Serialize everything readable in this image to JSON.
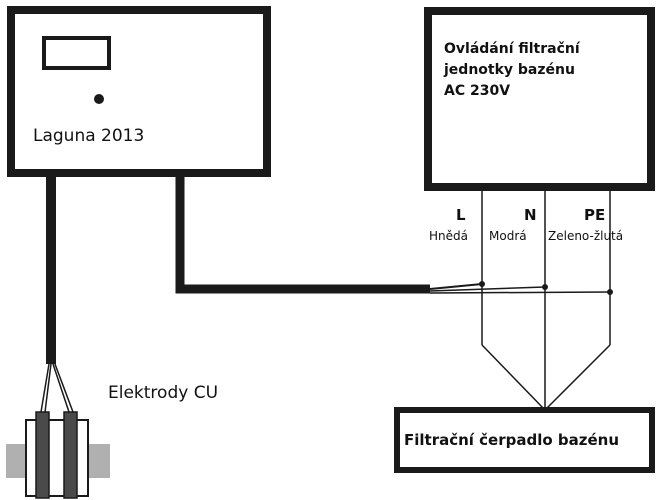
{
  "controller": {
    "name": "Laguna 2013"
  },
  "filtration_control": {
    "title_lines": [
      "Ovládání filtrační",
      "jednotky bazénu",
      "AC 230V"
    ]
  },
  "wires": [
    {
      "code": "L",
      "color": "Hnědá"
    },
    {
      "code": "N",
      "color": "Modrá"
    },
    {
      "code": "PE",
      "color": "Zeleno-žlutá"
    }
  ],
  "electrodes": {
    "label": "Elektrody CU"
  },
  "pump": {
    "label": "Filtrační čerpadlo bazénu"
  },
  "colors": {
    "line": "#1a1a1a",
    "electrode": "#4a4a4a",
    "flange": "#b0b0b0"
  }
}
